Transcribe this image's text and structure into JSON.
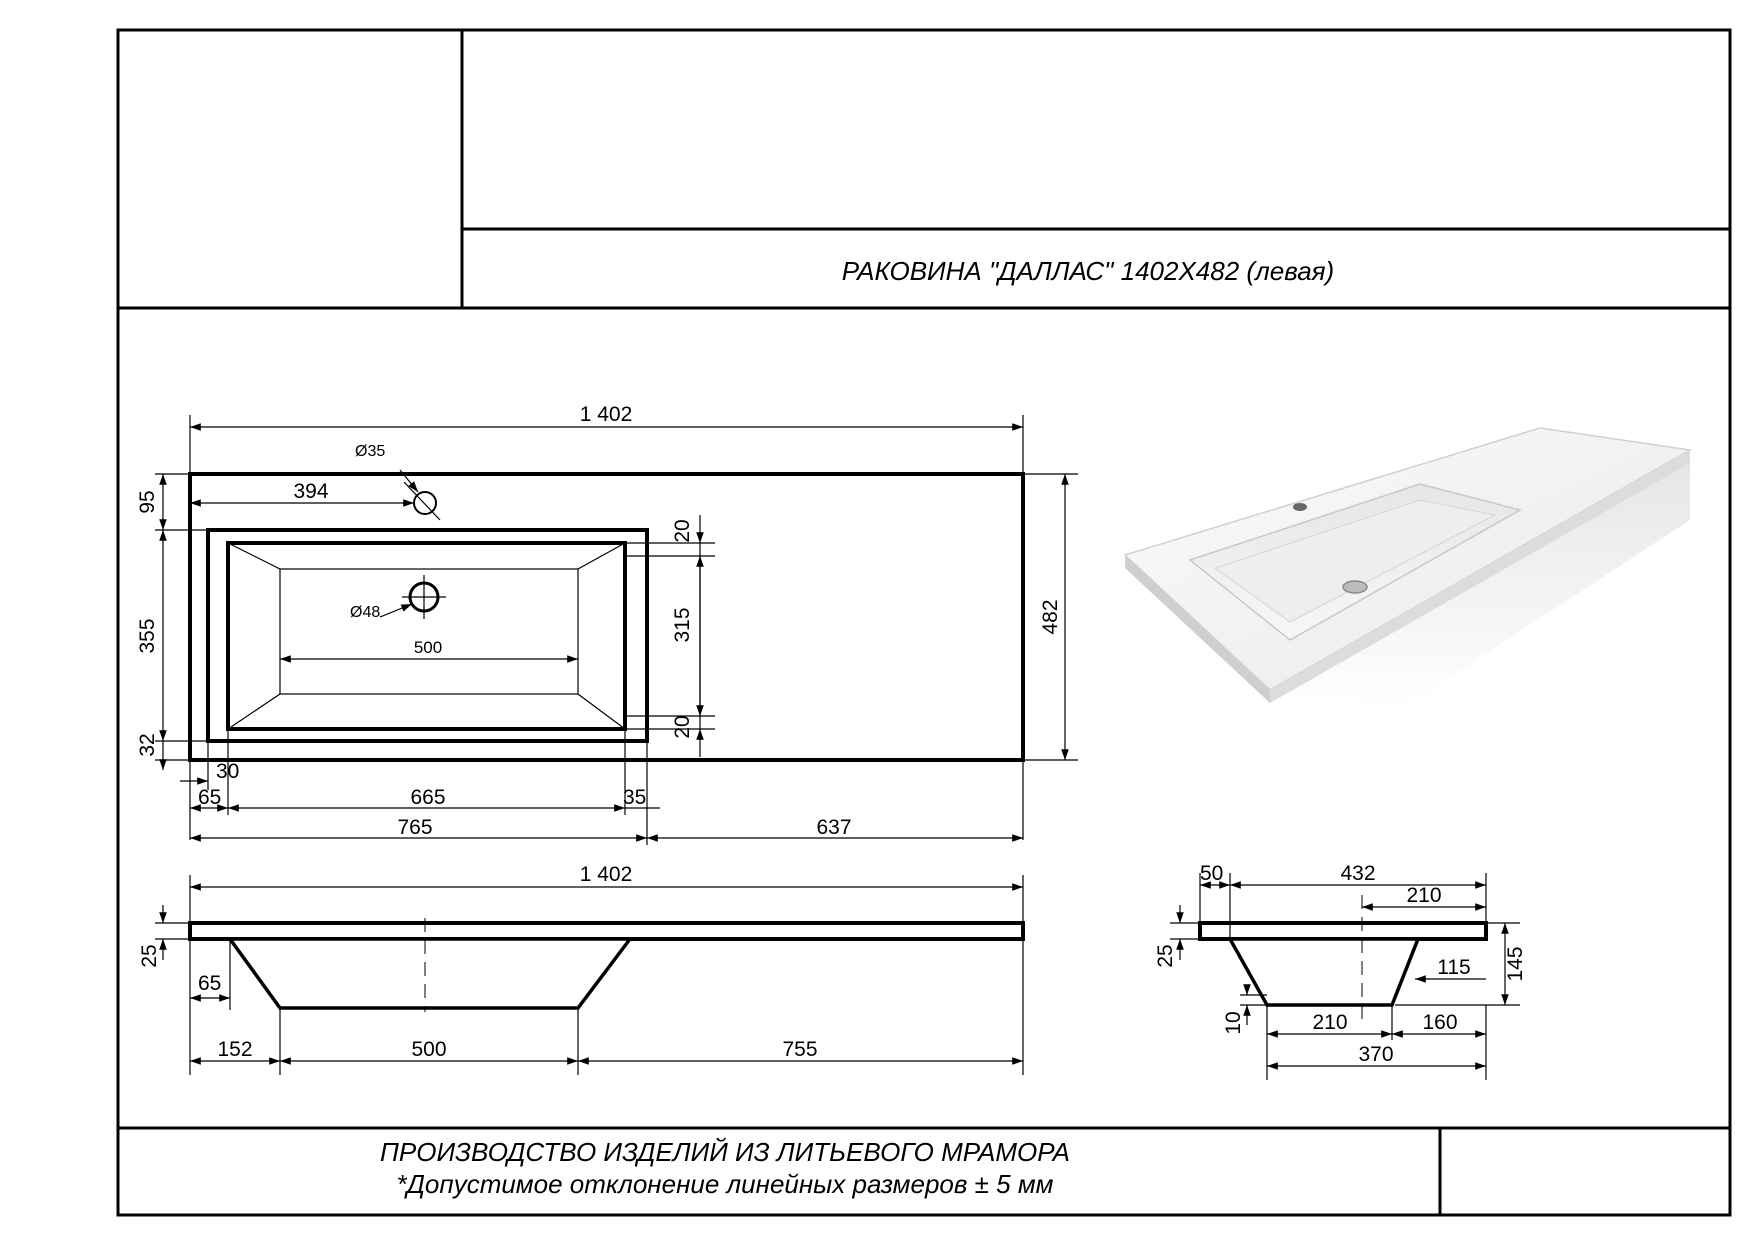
{
  "title": "РАКОВИНА \"ДАЛЛАС\" 1402Х482 (левая)",
  "footer": {
    "line1": "ПРОИЗВОДСТВО ИЗДЕЛИЙ ИЗ ЛИТЬЕВОГО МРАМОРА",
    "line2": "*Допустимое отклонение линейных размеров ± 5 мм"
  },
  "top_view": {
    "overall_width": "1 402",
    "overall_depth": "482",
    "tap_hole_diameter": "Ø35",
    "tap_hole_offset_x": "394",
    "tap_hole_offset_y": "95",
    "drain_diameter": "Ø48",
    "bowl_inner_width": "500",
    "bowl_depth": "355",
    "bowl_front_margin": "32",
    "bowl_rim_top": "20",
    "bowl_inner_depth": "315",
    "bowl_rim_bottom": "20",
    "rim_offset": "30",
    "left_margin": "65",
    "bowl_outer_width": "665",
    "rim_right": "35",
    "left_section": "765",
    "right_section": "637"
  },
  "front_view": {
    "overall_width": "1 402",
    "slab_thickness": "25",
    "bowl_left_offset": "65",
    "bottom_left": "152",
    "bottom_width": "500",
    "bottom_right": "755"
  },
  "side_view": {
    "rim_front": "50",
    "overall_depth": "432",
    "axis_to_back": "210",
    "slab_thickness": "25",
    "total_height": "145",
    "wall_offset": "115",
    "bottom_thickness": "10",
    "bottom_front": "210",
    "bottom_back": "160",
    "bowl_depth": "370"
  }
}
